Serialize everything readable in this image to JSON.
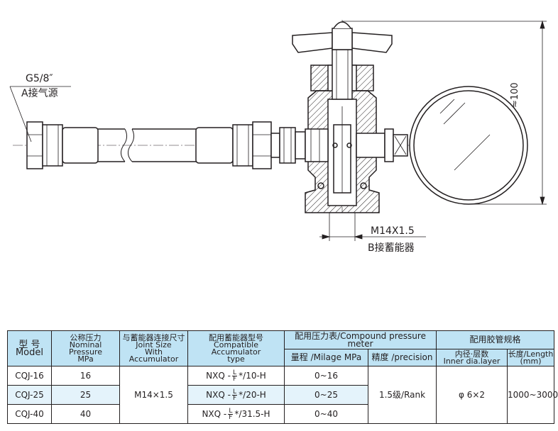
{
  "drawing": {
    "port_a_thread": "G5/8″",
    "port_a_label": "A接气源",
    "port_b_thread": "M14X1.5",
    "port_b_label": "B接蓄能器",
    "height_dim": "≈100"
  },
  "table": {
    "header": {
      "model_cn": "型 号",
      "model_en": "Model",
      "pressure_cn": "公称压力",
      "pressure_en": "Nominal Pressure",
      "pressure_unit": "MPa",
      "joint_cn": "与蓄能器连接尺寸",
      "joint_en1": "Joint Size",
      "joint_en2": "With Accumulator",
      "acc_cn": "配用蓄能器型号",
      "acc_en1": "Compatible Accumulator",
      "acc_en2": "type",
      "gauge_group": "配用压力表/Compound pressure meter",
      "gauge_range": "量程 /Milage MPa",
      "gauge_precision": "精度 /precision",
      "hose_group": "配用胶管规格",
      "hose_inner_cn": "内径·层数",
      "hose_inner_en": "Inner dia.layer",
      "hose_length_cn": "长度/Length",
      "hose_length_unit": "(mm)"
    },
    "frac_top": "L",
    "frac_bottom": "F",
    "rows": [
      {
        "model": "CQJ-16",
        "pressure": "16",
        "acc_prefix": "NXQ -",
        "acc_suffix": "*/10-H",
        "range": "0~16"
      },
      {
        "model": "CQJ-25",
        "pressure": "25",
        "acc_prefix": "NXQ -",
        "acc_suffix": "*/20-H",
        "range": "0~25"
      },
      {
        "model": "CQJ-40",
        "pressure": "40",
        "acc_prefix": "NXQ -",
        "acc_suffix": "*/31.5-H",
        "range": "0~40"
      }
    ],
    "joint_size": "M14×1.5",
    "precision": "1.5级/Rank",
    "hose_inner": "φ 6×2",
    "hose_length": "1000~3000"
  }
}
